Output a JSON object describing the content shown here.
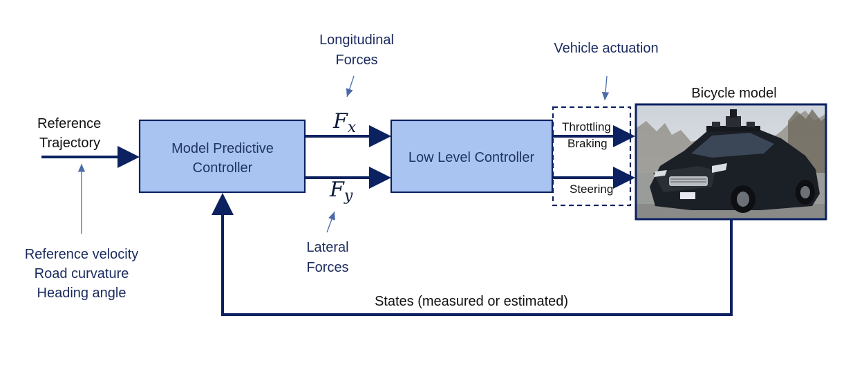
{
  "input_label": [
    "Reference",
    "Trajectory"
  ],
  "reference_inputs": [
    "Reference velocity",
    "Road curvature",
    "Heading angle"
  ],
  "mpc_block": [
    "Model Predictive",
    "Controller"
  ],
  "llc_block": "Low Level Controller",
  "longitudinal_forces": [
    "Longitudinal",
    "Forces"
  ],
  "lateral_forces": [
    "Lateral",
    "Forces"
  ],
  "fx": {
    "base": "F",
    "sub": "x"
  },
  "fy": {
    "base": "F",
    "sub": "y"
  },
  "vehicle_actuation": "Vehicle actuation",
  "actuation_signals": {
    "throttling": "Throttling",
    "braking": "Braking",
    "steering": "Steering"
  },
  "plant_title": "Bicycle model",
  "feedback_label": "States (measured or estimated)",
  "plant_image": "photo of black autonomous sedan (Lincoln MKZ) with roof sensor rack",
  "colors": {
    "block_fill": "#a9c4f0",
    "line": "#0b2160",
    "thin_arrow": "#4a6aa8",
    "text": "#1a2a5e"
  }
}
